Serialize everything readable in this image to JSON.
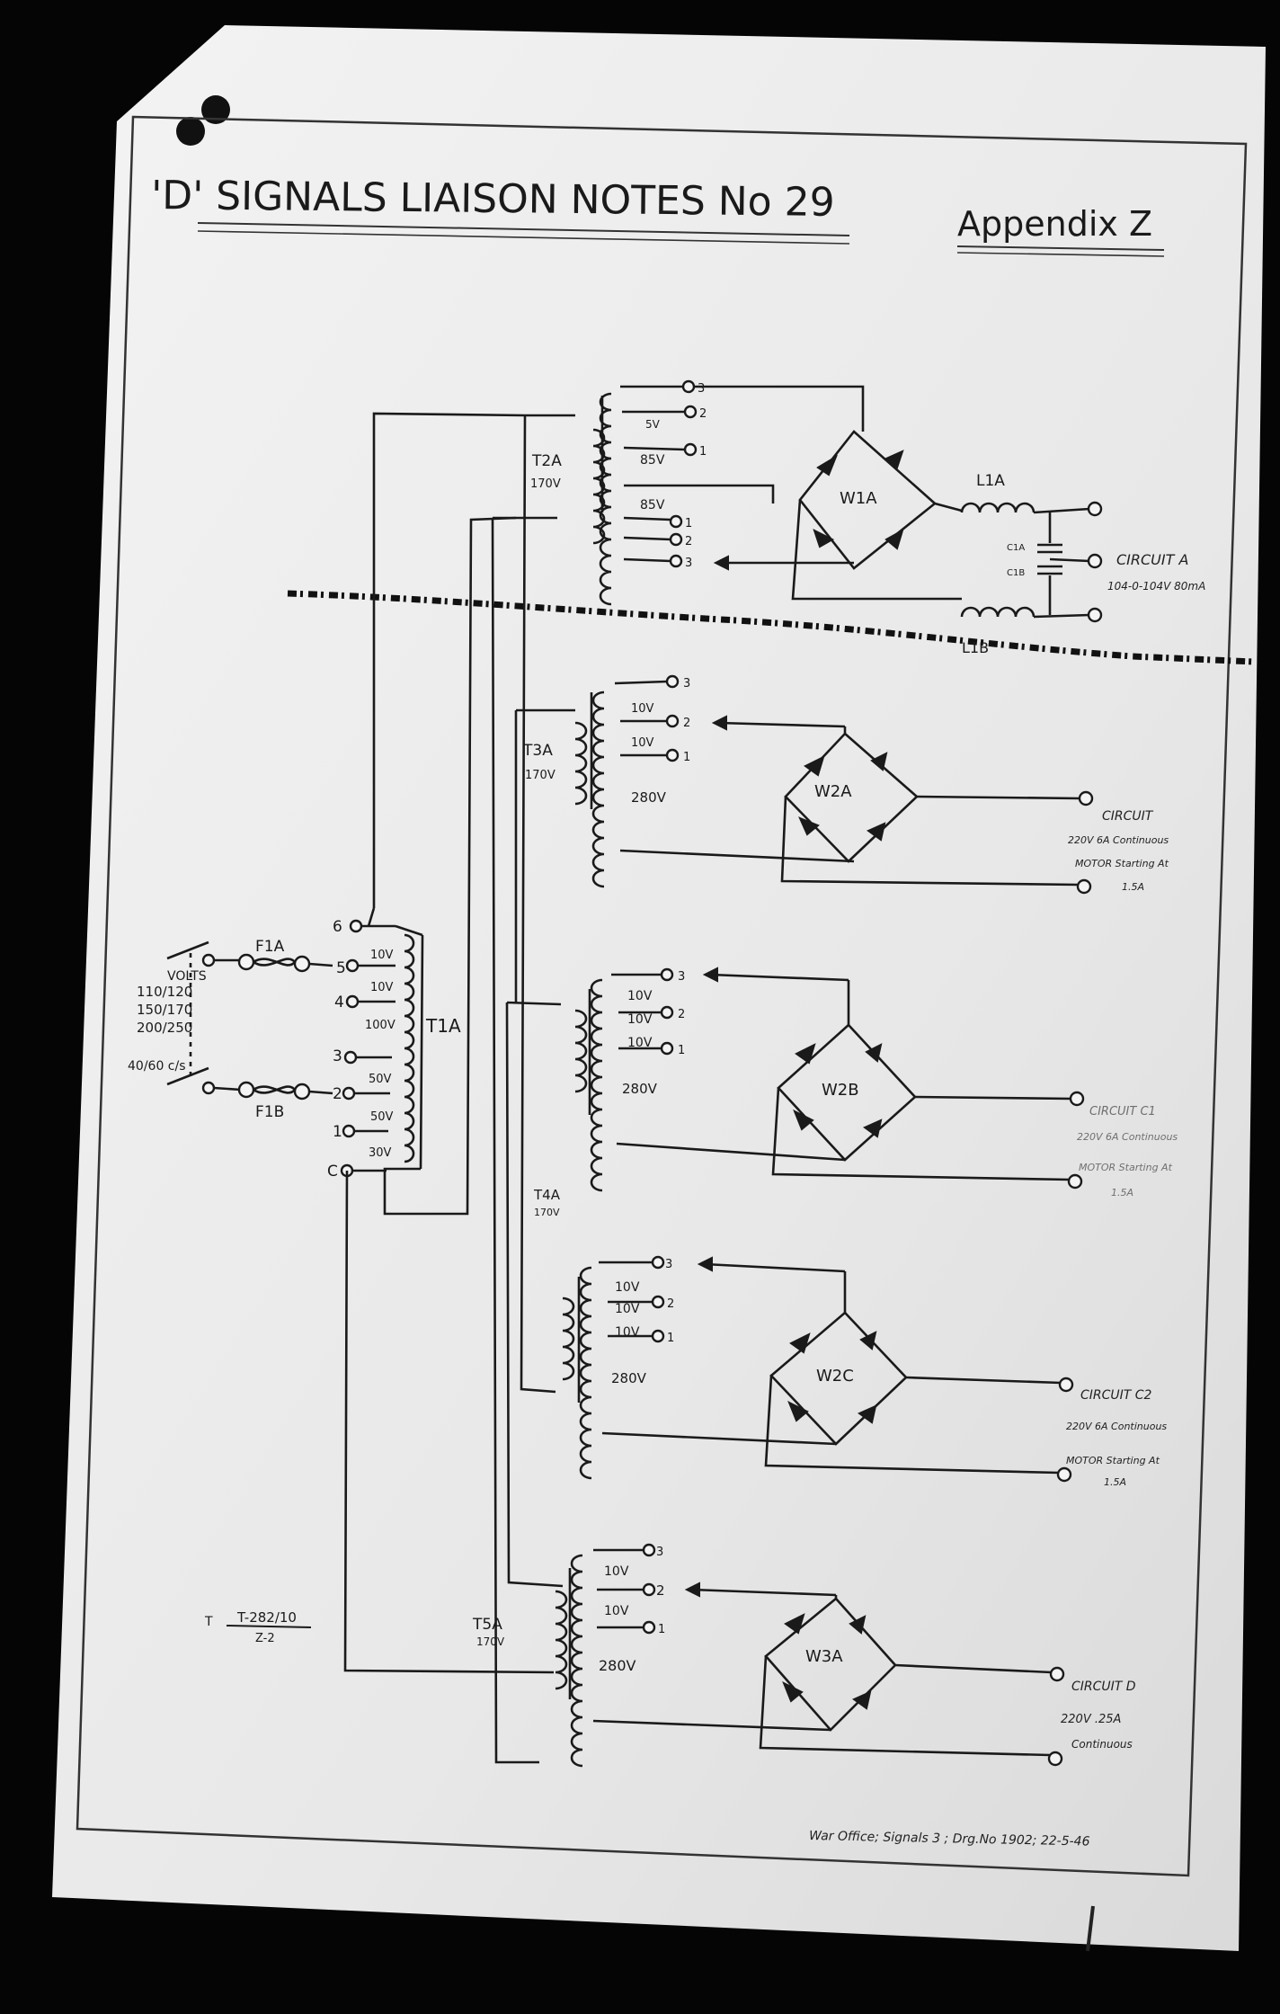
{
  "header": {
    "title": "'D' SIGNALS LIAISON NOTES No 29",
    "appendix": "Appendix Z"
  },
  "footer": {
    "drawing_ref": "War Office; Signals 3 ; Drg.No 1902; 22-5-46",
    "ref_numerator": "T-282/10",
    "ref_denominator": "Z-2",
    "ref_prefix": "T"
  },
  "input": {
    "volts_title": "VOLTS",
    "volts_ranges": [
      "110/120",
      "150/170",
      "200/250"
    ],
    "frequency": "40/60 c/s",
    "fuse_a": "F1A",
    "fuse_b": "F1B"
  },
  "transformer_t1a": {
    "name": "T1A",
    "taps": [
      "6",
      "5",
      "4",
      "3",
      "2",
      "1",
      "C"
    ],
    "windings": [
      "10V",
      "10V",
      "100V",
      "50V",
      "50V",
      "30V"
    ]
  },
  "circuit_a": {
    "transformer": "T2A",
    "primary": "170V",
    "secondary": [
      "5V",
      "85V",
      "85V"
    ],
    "taps": [
      "3",
      "2",
      "1",
      "1",
      "2",
      "3"
    ],
    "rectifier": "W1A",
    "choke_top": "L1A",
    "choke_bottom": "L1B",
    "cap_top": "C1A",
    "cap_bottom": "C1B",
    "label": "CIRCUIT A",
    "rating": "104-0-104V 80mA"
  },
  "circuit_b": {
    "transformer": "T3A",
    "primary": "170V",
    "secondary": [
      "10V",
      "10V",
      "280V"
    ],
    "taps": [
      "3",
      "2",
      "1"
    ],
    "rectifier": "W2A",
    "label": "CIRCUIT",
    "rating": "220V 6A Continuous",
    "motor": "MOTOR Starting At",
    "motor_rating": "1.5A"
  },
  "circuit_c1": {
    "secondary": [
      "10V",
      "10V",
      "10V",
      "280V"
    ],
    "taps": [
      "3",
      "2",
      "1"
    ],
    "rectifier": "W2B",
    "label": "CIRCUIT C1",
    "rating": "220V 6A Continuous",
    "motor": "MOTOR Starting At",
    "motor_rating": "1.5A"
  },
  "circuit_c2": {
    "transformer": "T4A",
    "primary": "170V",
    "secondary": [
      "10V",
      "10V",
      "10V",
      "280V"
    ],
    "taps": [
      "3",
      "2",
      "1"
    ],
    "rectifier": "W2C",
    "label": "CIRCUIT C2",
    "rating": "220V 6A Continuous",
    "motor": "MOTOR Starting At",
    "motor_rating": "1.5A"
  },
  "circuit_d": {
    "transformer": "T5A",
    "primary": "170V",
    "secondary": [
      "10V",
      "10V",
      "280V"
    ],
    "taps": [
      "3",
      "2",
      "1"
    ],
    "rectifier": "W3A",
    "label": "CIRCUIT D",
    "rating": "220V .25A",
    "mode": "Continuous"
  },
  "colors": {
    "paper": "#eeeeee",
    "ink": "#1a1a1a",
    "background": "#050505"
  }
}
